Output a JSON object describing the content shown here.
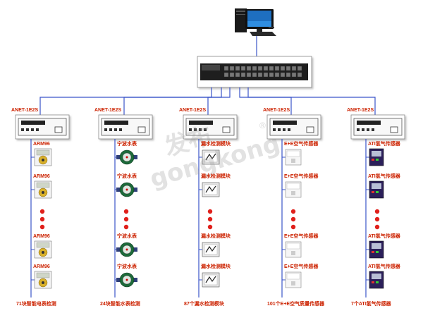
{
  "watermark": {
    "line1": "发布",
    "line2": "gongkong",
    "reg": "®"
  },
  "columns": [
    {
      "gateway_label": "ANET-1E2S",
      "devices": [
        "ARM96",
        "ARM96",
        "ARM96",
        "ARM96"
      ],
      "device_kind": "meter",
      "caption": "71块智能电表检测"
    },
    {
      "gateway_label": "ANET-1E2S",
      "devices": [
        "宁波水表",
        "宁波水表",
        "宁波水表",
        "宁波水表"
      ],
      "device_kind": "water",
      "caption": "24块智能水表检测"
    },
    {
      "gateway_label": "ANET-1E2S",
      "devices": [
        "漏水检测模块",
        "漏水检测模块",
        "漏水检测模块",
        "漏水检测模块"
      ],
      "device_kind": "leak",
      "caption": "87个漏水检测模块"
    },
    {
      "gateway_label": "ANET-1E2S",
      "devices": [
        "E+E空气传感器",
        "E+E空气传感器",
        "E+E空气传感器",
        "E+E空气传感器"
      ],
      "device_kind": "air",
      "caption": "101个E+E空气质量传感器"
    },
    {
      "gateway_label": "ANET-1E2S",
      "devices": [
        "ATI氢气传感器",
        "ATI氢气传感器",
        "ATI氢气传感器",
        "ATI氢气传感器"
      ],
      "device_kind": "gas",
      "caption": "7个ATI氢气传感器"
    }
  ]
}
